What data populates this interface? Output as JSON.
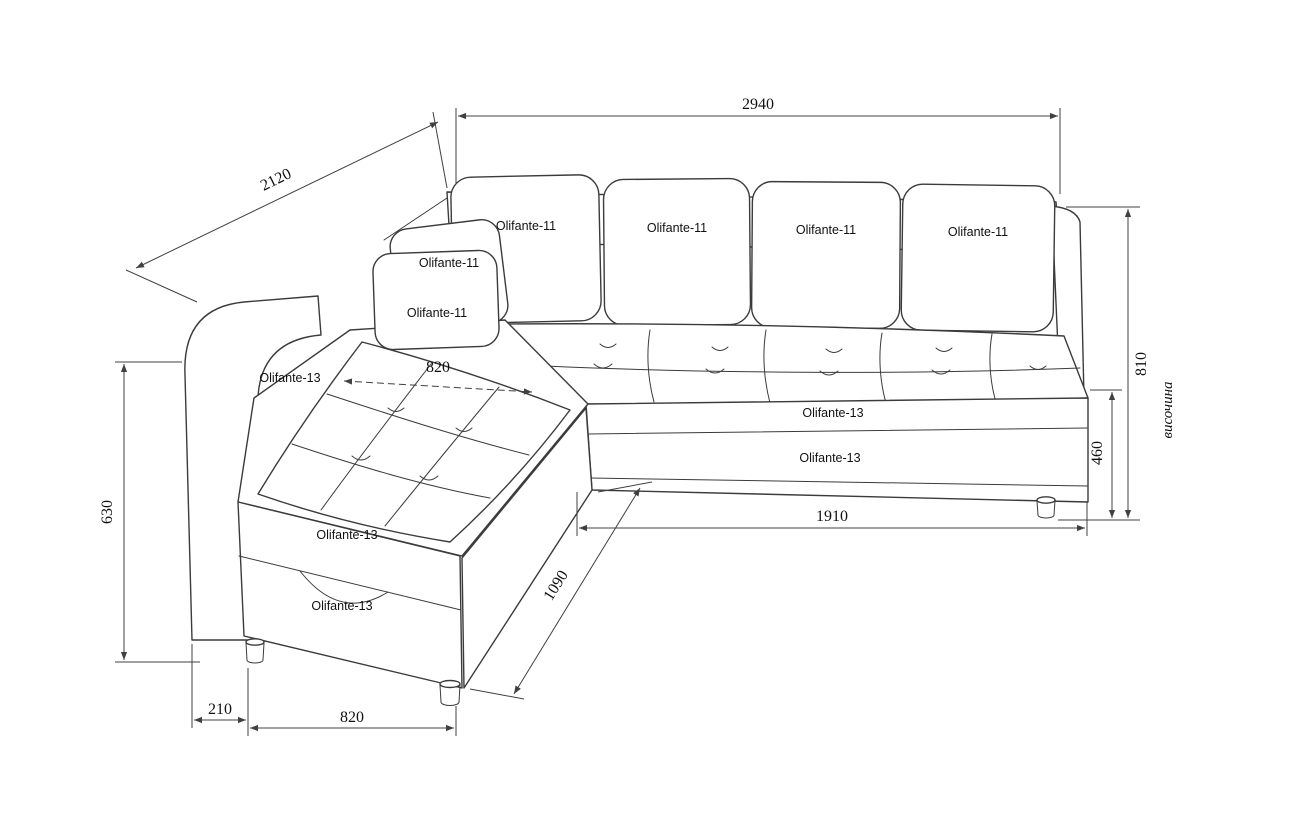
{
  "drawing": {
    "background": "#ffffff",
    "line_color": "#3b3b3b",
    "labels": {
      "back_cushions": [
        "Olifante-11",
        "Olifante-11",
        "Olifante-11",
        "Olifante-11"
      ],
      "pillows": [
        "Olifante-11",
        "Olifante-11"
      ],
      "chaise_platform": "Olifante-13",
      "right_base_upper": "Olifante-13",
      "right_base_lower": "Olifante-13",
      "chaise_front_upper": "Olifante-13",
      "chaise_front_lower": "Olifante-13"
    },
    "dimensions": {
      "total_width": "2940",
      "chaise_total_length": "2120",
      "seat_depth": "820",
      "left_height": "630",
      "overall_height": "810",
      "overall_height_caption": "височина",
      "seat_height": "460",
      "right_section_length": "1910",
      "chaise_depth": "1090",
      "leg_inset": "210",
      "chaise_front_length": "820"
    }
  }
}
